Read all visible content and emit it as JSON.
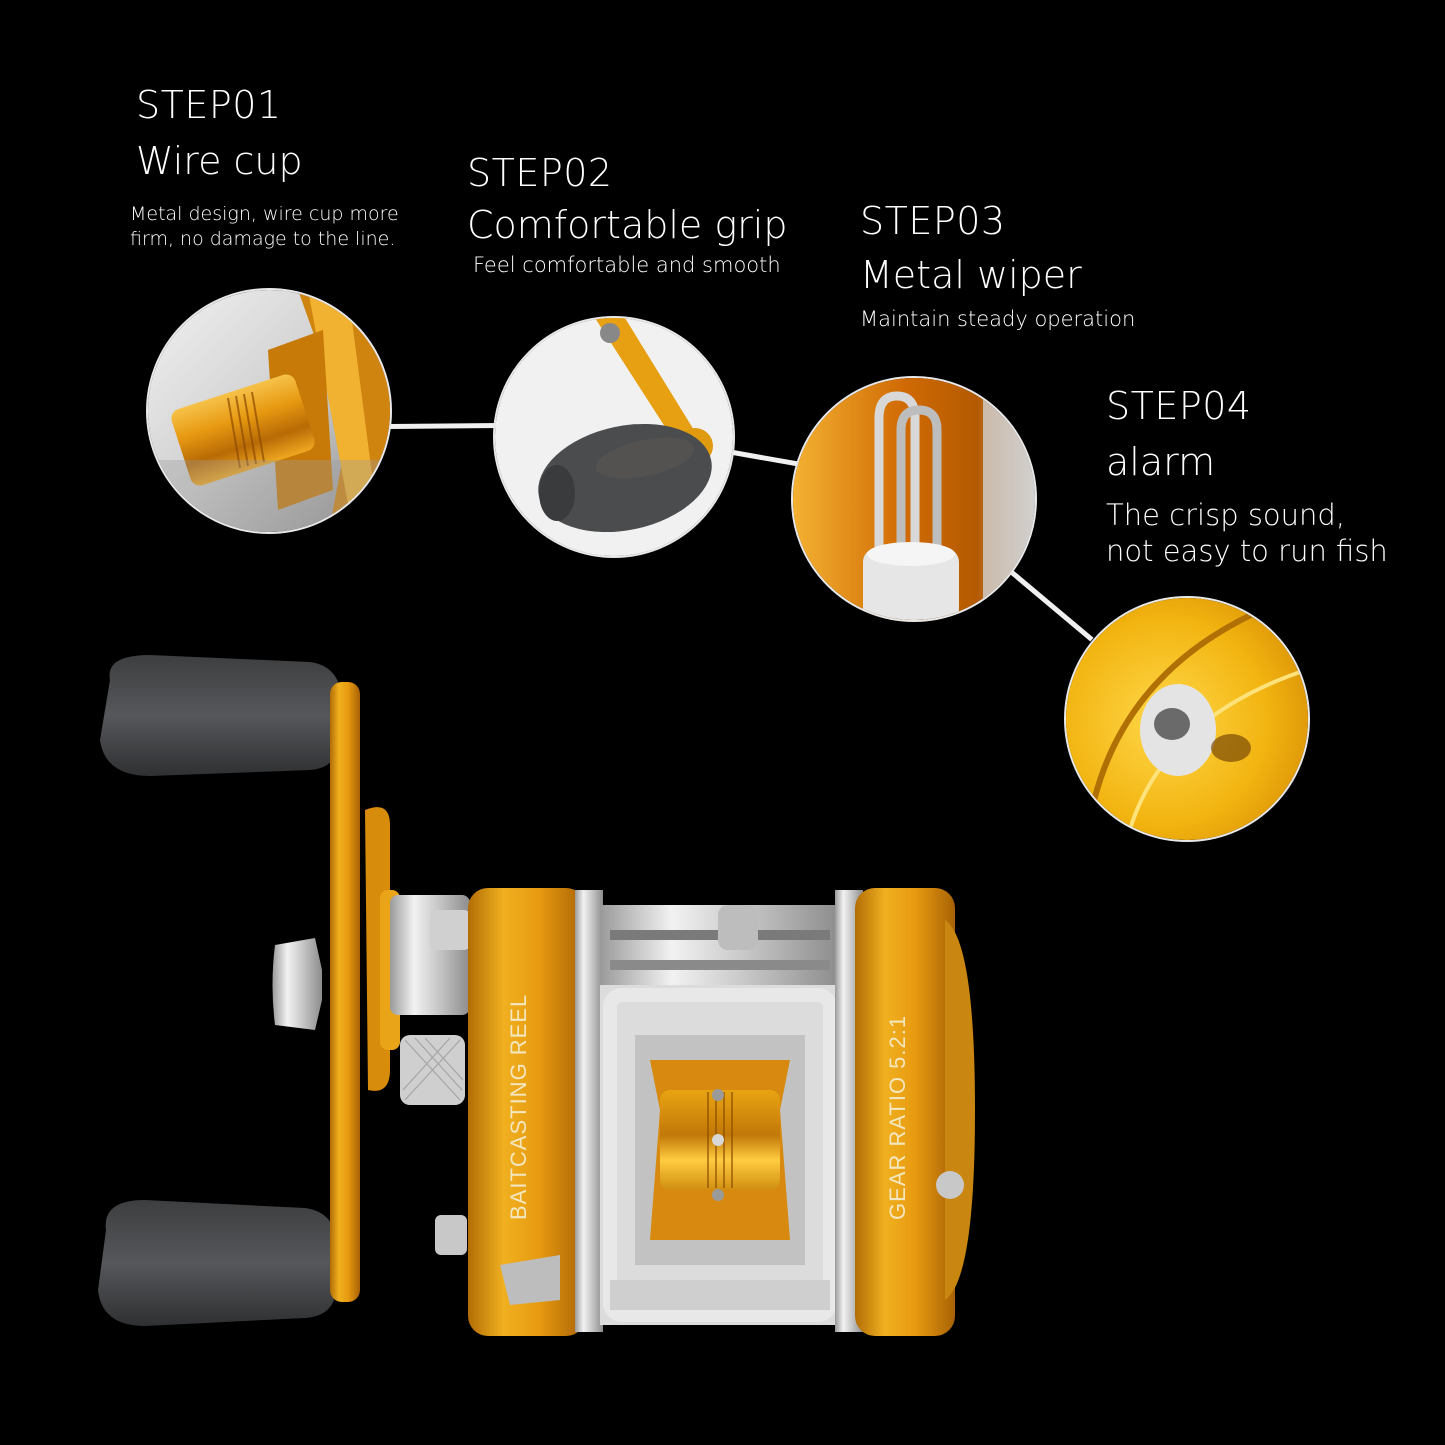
{
  "steps": [
    {
      "label": "STEP01",
      "title": "Wire cup",
      "description_lines": [
        "Metal design, wire cup more",
        "firm, no damage to the line."
      ],
      "detail_image": "spool-wire-cup-closeup"
    },
    {
      "label": "STEP02",
      "title": "Comfortable grip",
      "description_lines": [
        "Feel comfortable and smooth"
      ],
      "detail_image": "handle-knob-closeup"
    },
    {
      "label": "STEP03",
      "title": "Metal wiper",
      "description_lines": [
        "Maintain steady operation"
      ],
      "detail_image": "line-guide-wiper-closeup"
    },
    {
      "label": "STEP04",
      "title": "alarm",
      "description_lines": [
        "The crisp sound,",
        "not easy to run fish"
      ],
      "detail_image": "clicker-button-closeup"
    }
  ],
  "product": {
    "left_side_text": "BAITCASTING REEL",
    "right_side_text": "GEAR RATIO 5.2:1"
  },
  "colors": {
    "background": "#000000",
    "text": "#ffffff",
    "gold": "#e8a412",
    "gold_dark": "#b26d05",
    "silver": "#d4d4d4",
    "knob_gray": "#4a4c4e"
  }
}
